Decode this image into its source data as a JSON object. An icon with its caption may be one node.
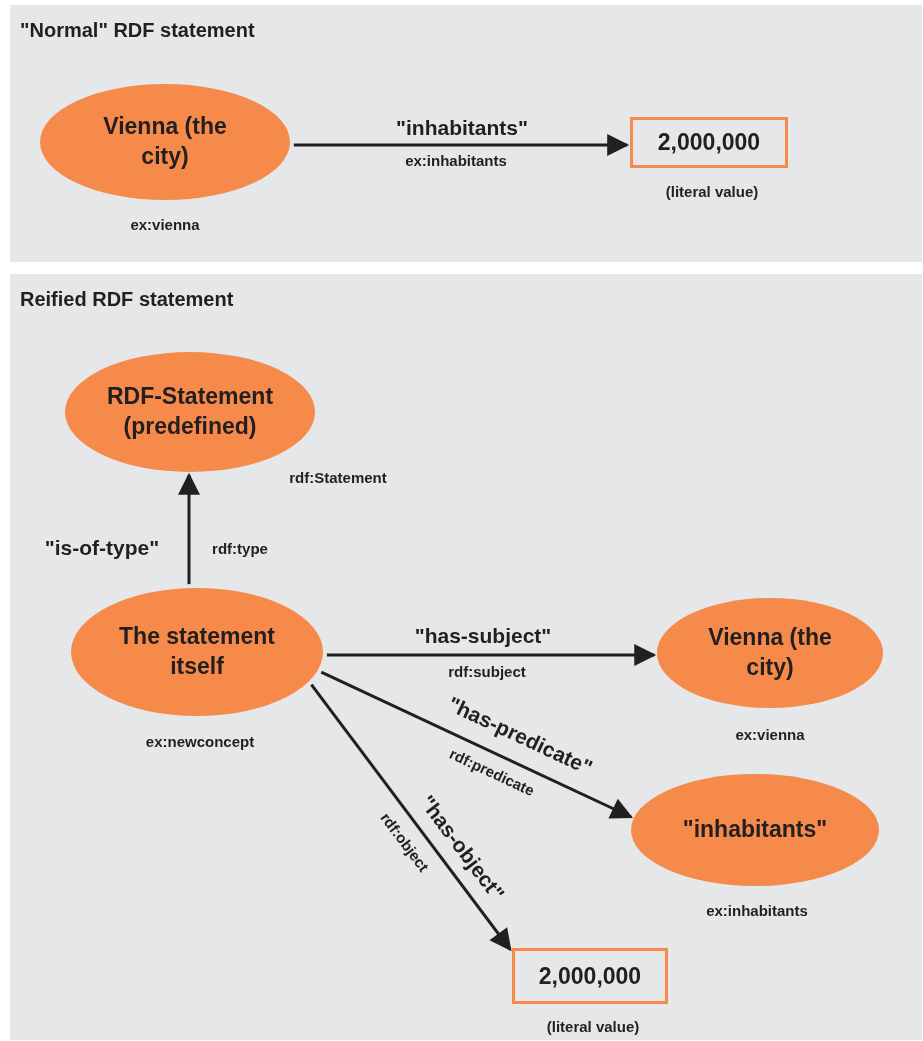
{
  "diagram": {
    "nodes": [
      {
        "text": [
          "\"Normal\" RDF statement"
        ]
      },
      {
        "text": [
          "Vienna (the city)"
        ],
        "in": 0,
        "beside": [
          "ex:vienna"
        ]
      },
      {
        "text": [
          "2,000,000"
        ],
        "in": 0,
        "beside": [
          "(literal value)"
        ]
      },
      {
        "text": [
          "Reified RDF statement"
        ]
      },
      {
        "text": [
          "RDF-Statement (predefined)"
        ],
        "in": 3,
        "beside": [
          "rdf:Statement"
        ]
      },
      {
        "text": [
          "The statement itself"
        ],
        "in": 3,
        "beside": [
          "ex:newconcept"
        ]
      },
      {
        "text": [
          "Vienna (the city)"
        ],
        "in": 3,
        "beside": [
          "ex:vienna"
        ]
      },
      {
        "text": [
          "\"inhabitants\""
        ],
        "in": 3,
        "beside": [
          "ex:inhabitants"
        ]
      },
      {
        "text": [
          "2,000,000"
        ],
        "in": 3,
        "beside": [
          "(literal value)"
        ]
      }
    ],
    "edges": [
      {
        "from": 1,
        "to": 2,
        "arrow": "to",
        "label": "\"inhabitants\""
      },
      {
        "from": 5,
        "to": 4,
        "arrow": "to",
        "label": "\"is-of-type\""
      },
      {
        "from": 5,
        "to": 6,
        "arrow": "to",
        "label": "\"has-subject\""
      },
      {
        "from": 5,
        "to": 7,
        "arrow": "to",
        "label": "\"has-predicate\""
      },
      {
        "from": 5,
        "to": 8,
        "arrow": "to",
        "label": "\"has-object\""
      }
    ],
    "labels": [
      "ex:inhabitants",
      "rdf:type",
      "rdf:subject",
      "rdf:predicate",
      "rdf:object"
    ]
  }
}
